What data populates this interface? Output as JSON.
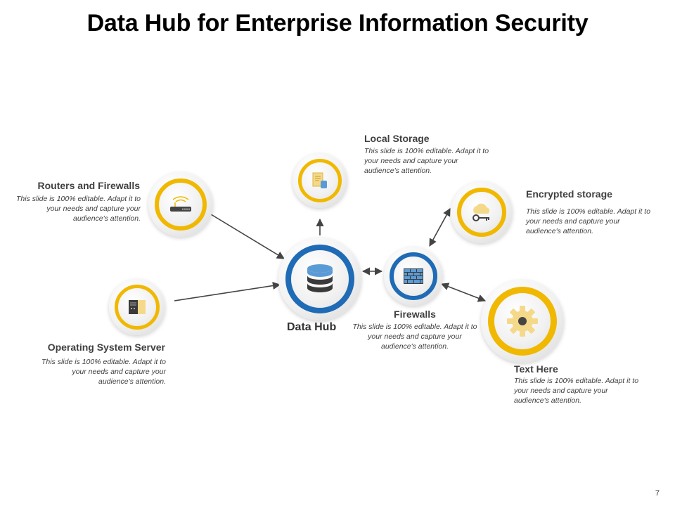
{
  "title": "Data Hub for Enterprise Information Security",
  "hub": {
    "label": "Data Hub",
    "icon": "database-icon"
  },
  "nodes": [
    {
      "id": "local-storage",
      "title": "Local Storage",
      "desc": "This slide is 100% editable. Adapt it to your needs and capture your audience's attention.",
      "icon": "document-icon"
    },
    {
      "id": "routers",
      "title": "Routers and Firewalls",
      "desc": "This slide is 100% editable. Adapt it to your needs and capture your audience's attention.",
      "icon": "router-icon"
    },
    {
      "id": "encrypted",
      "title": "Encrypted storage",
      "desc": "This slide is 100% editable. Adapt it to your needs and capture your audience's attention.",
      "icon": "cloud-key-icon"
    },
    {
      "id": "os-server",
      "title": "Operating System Server",
      "desc": "This slide is 100% editable. Adapt it to your needs and capture your audience's attention.",
      "icon": "server-icon"
    },
    {
      "id": "firewalls",
      "title": "Firewalls",
      "desc": "This slide is 100% editable. Adapt it to your needs and capture your audience's attention.",
      "icon": "firewall-icon"
    },
    {
      "id": "text-here",
      "title": "Text Here",
      "desc": "This slide is 100% editable. Adapt it to your needs and capture your audience's attention.",
      "icon": "gear-icon"
    }
  ],
  "colors": {
    "gold": "#f0b800",
    "blue": "#1f6bb5",
    "arrow": "#444444"
  },
  "page_number": "7"
}
